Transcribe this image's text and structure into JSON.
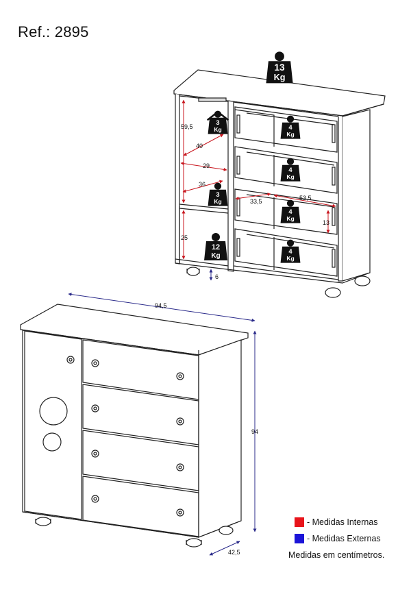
{
  "ref": "Ref.: 2895",
  "weights": {
    "top": [
      "13",
      "Kg"
    ],
    "hanger": [
      "3",
      "Kg"
    ],
    "shelf": [
      "3",
      "Kg"
    ],
    "bottom": [
      "12",
      "Kg"
    ],
    "drawer": [
      "4",
      "Kg"
    ]
  },
  "internal_dims": {
    "h1": "59,5",
    "d1": "40",
    "d2": "29",
    "d3": "36",
    "h2": "25",
    "foot": "6",
    "drawer_w": "53,5",
    "drawer_d": "33,5",
    "drawer_h": "13"
  },
  "external_dims": {
    "width": "94,5",
    "height": "94",
    "depth": "42,5"
  },
  "legend": {
    "internal_label": "- Medidas Internas",
    "external_label": "- Medidas Externas",
    "internal_color": "#e8141b",
    "external_color": "#1b14d8",
    "note": "Medidas em centímetros."
  }
}
